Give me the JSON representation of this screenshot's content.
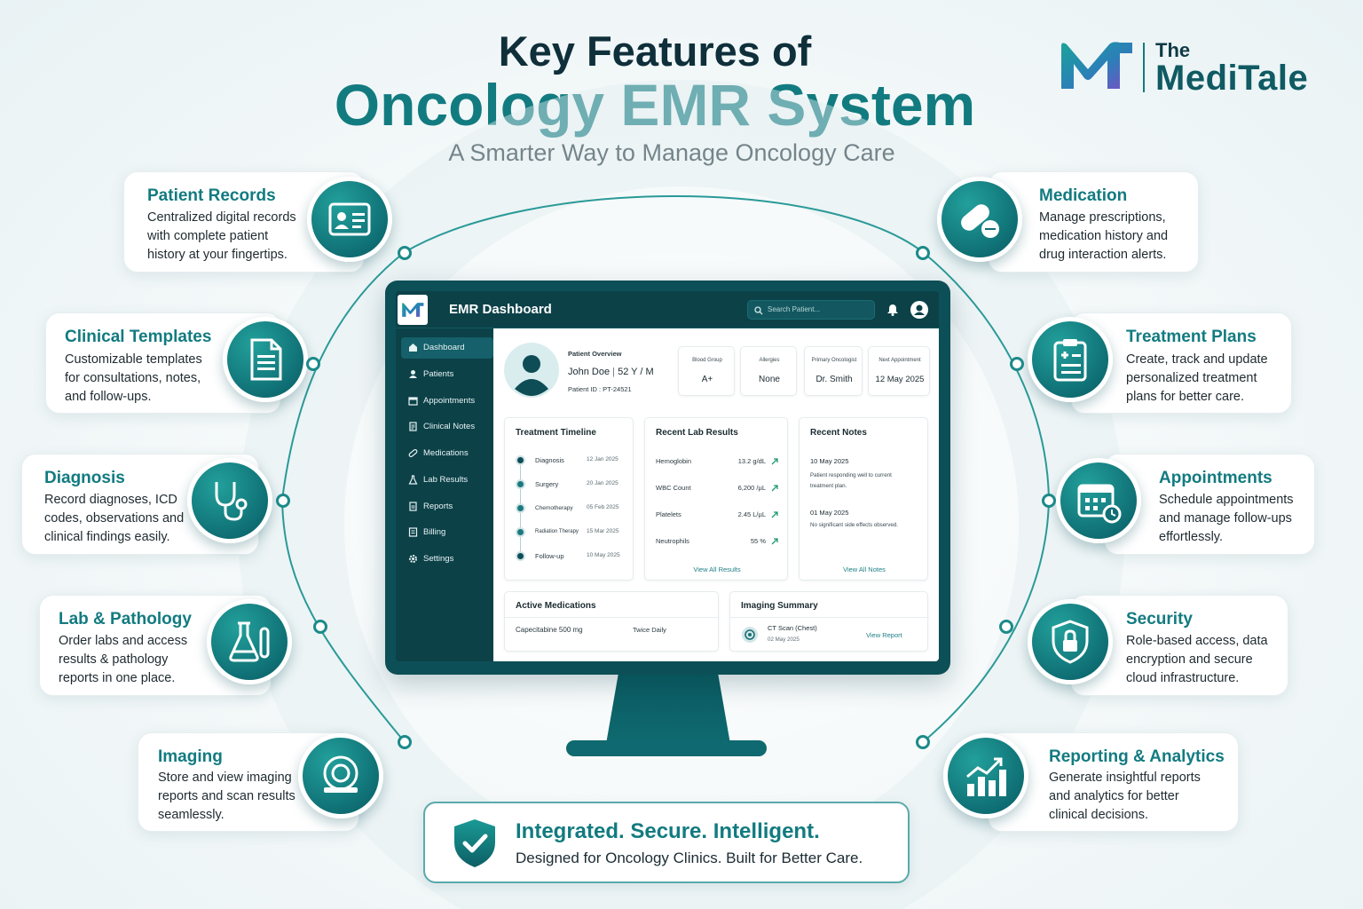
{
  "header": {
    "title_line1": "Key Features of",
    "title_line2": "Oncology EMR System",
    "subtitle": "A Smarter Way to Manage Oncology Care"
  },
  "logo": {
    "the": "The",
    "name": "MediTale"
  },
  "features": {
    "patient_records": {
      "title": "Patient Records",
      "l1": "Centralized digital records",
      "l2": "with complete patient",
      "l3": "history at your fingertips.",
      "icon": "id-card-icon"
    },
    "clinical_templates": {
      "title": "Clinical Templates",
      "l1": "Customizable templates",
      "l2": "for consultations, notes,",
      "l3": "and follow-ups.",
      "icon": "document-icon"
    },
    "diagnosis": {
      "title": "Diagnosis",
      "l1": "Record diagnoses, ICD",
      "l2": "codes, observations and",
      "l3": "clinical findings easily.",
      "icon": "stethoscope-icon"
    },
    "lab_pathology": {
      "title": "Lab & Pathology",
      "l1": "Order labs and access",
      "l2": "results & pathology",
      "l3": "reports in one place.",
      "icon": "flask-icon"
    },
    "imaging": {
      "title": "Imaging",
      "l1": "Store and view imaging",
      "l2": "reports and scan results",
      "l3": "seamlessly.",
      "icon": "scanner-icon"
    },
    "medication": {
      "title": "Medication",
      "l1": "Manage prescriptions,",
      "l2": "medication history and",
      "l3": "drug interaction alerts.",
      "icon": "pill-icon"
    },
    "treatment_plans": {
      "title": "Treatment Plans",
      "l1": "Create, track and update",
      "l2": "personalized treatment",
      "l3": "plans for better care.",
      "icon": "clipboard-icon"
    },
    "appointments": {
      "title": "Appointments",
      "l1": "Schedule appointments",
      "l2": "and manage follow-ups",
      "l3": "effortlessly.",
      "icon": "calendar-icon"
    },
    "security": {
      "title": "Security",
      "l1": "Role-based access, data",
      "l2": "encryption and secure",
      "l3": "cloud infrastructure.",
      "icon": "shield-lock-icon"
    },
    "reporting": {
      "title": "Reporting & Analytics",
      "l1": "Generate insightful reports",
      "l2": "and analytics for better",
      "l3": "clinical decisions.",
      "icon": "chart-icon"
    }
  },
  "dashboard": {
    "title": "EMR Dashboard",
    "search_placeholder": "Search Patient...",
    "nav": [
      {
        "label": "Dashboard",
        "icon": "home-icon"
      },
      {
        "label": "Patients",
        "icon": "users-icon"
      },
      {
        "label": "Appointments",
        "icon": "calendar-icon"
      },
      {
        "label": "Clinical Notes",
        "icon": "notes-icon"
      },
      {
        "label": "Medications",
        "icon": "pill-icon"
      },
      {
        "label": "Lab Results",
        "icon": "flask-icon"
      },
      {
        "label": "Reports",
        "icon": "report-icon"
      },
      {
        "label": "Billing",
        "icon": "billing-icon"
      },
      {
        "label": "Settings",
        "icon": "gear-icon"
      }
    ],
    "patient": {
      "heading": "Patient Overview",
      "name": "John Doe",
      "demo": "52 Y / M",
      "id": "Patient ID : PT-24521"
    },
    "stats": [
      {
        "label": "Blood Group",
        "value": "A+"
      },
      {
        "label": "Allergies",
        "value": "None"
      },
      {
        "label": "Primary Oncologist",
        "value": "Dr. Smith"
      },
      {
        "label": "Next Appointment",
        "value": "12 May 2025"
      }
    ],
    "timeline": {
      "title": "Treatment Timeline",
      "items": [
        {
          "label": "Diagnosis",
          "date": "12 Jan 2025"
        },
        {
          "label": "Surgery",
          "date": "20 Jan 2025"
        },
        {
          "label": "Chemotherapy",
          "date": "05 Feb 2025"
        },
        {
          "label": "Radiation Therapy",
          "date": "15 Mar 2025"
        },
        {
          "label": "Follow-up",
          "date": "10 May 2025"
        }
      ]
    },
    "labs": {
      "title": "Recent Lab Results",
      "rows": [
        {
          "name": "Hemoglobin",
          "value": "13.2 g/dL"
        },
        {
          "name": "WBC Count",
          "value": "6,200 /µL"
        },
        {
          "name": "Platelets",
          "value": "2.45 L/µL"
        },
        {
          "name": "Neutrophils",
          "value": "55 %"
        }
      ],
      "link": "View All Results"
    },
    "notes": {
      "title": "Recent Notes",
      "items": [
        {
          "date": "10 May 2025",
          "l1": "Patient responding well to current",
          "l2": "treatment plan."
        },
        {
          "date": "01 May 2025",
          "l1": "No significant side effects observed.",
          "l2": ""
        }
      ],
      "link": "View All Notes"
    },
    "medications": {
      "title": "Active Medications",
      "name": "Capecitabine 500 mg",
      "freq": "Twice Daily"
    },
    "imaging": {
      "title": "Imaging Summary",
      "scan": "CT Scan (Chest)",
      "date": "02 May 2025",
      "link": "View Report"
    }
  },
  "banner": {
    "headline": "Integrated. Secure. Intelligent.",
    "tagline": "Designed for Oncology Clinics. Built for Better Care.",
    "icon": "shield-check-icon"
  },
  "colors": {
    "primary": "#127b80",
    "dark": "#0c4148",
    "heading": "#0f2f3a"
  }
}
